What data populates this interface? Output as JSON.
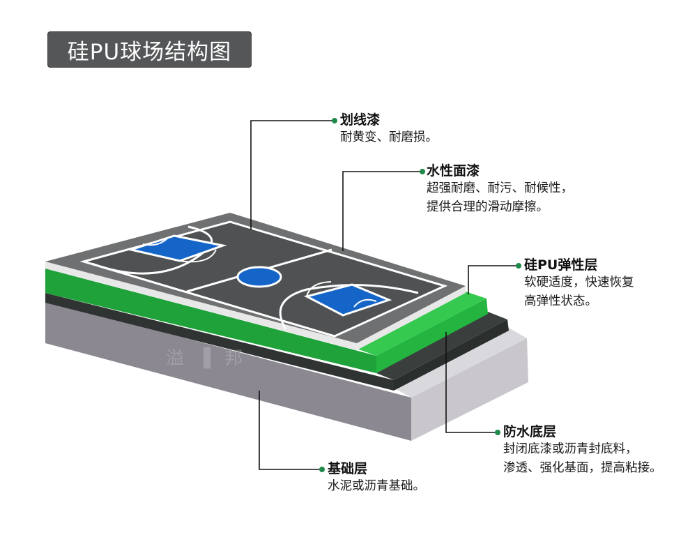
{
  "title": "硅PU球场结构图",
  "colors": {
    "title_bg": "#545658",
    "court_surface": "#4f5152",
    "court_border": "#7a7a7a",
    "court_lines": "#ffffff",
    "court_key": "#1565c8",
    "pu_layer": "#1fa23a",
    "pu_layer_light": "#32c24a",
    "waterproof_layer": "#2f3432",
    "base_front": "#8c8891",
    "base_side": "#c9c7cc",
    "leader_dot": "#1e8a4a"
  },
  "callouts": [
    {
      "id": "line-paint",
      "title": "划线漆",
      "lines": [
        "耐黄变、耐磨损。"
      ]
    },
    {
      "id": "water-topcoat",
      "title": "水性面漆",
      "lines": [
        "超强耐磨、耐污、耐候性，",
        "提供合理的滑动摩擦。"
      ]
    },
    {
      "id": "silicon-pu-layer",
      "title": "硅PU弹性层",
      "lines": [
        "软硬适度，快速恢复",
        "高弹性状态。"
      ]
    },
    {
      "id": "waterproof-base",
      "title": "防水底层",
      "lines": [
        "封闭底漆或沥青封底料，",
        "渗透、强化基面，提高粘接。"
      ]
    },
    {
      "id": "foundation",
      "title": "基础层",
      "lines": [
        "水泥或沥青基础。"
      ]
    }
  ],
  "watermark": "溢 ▌邦"
}
